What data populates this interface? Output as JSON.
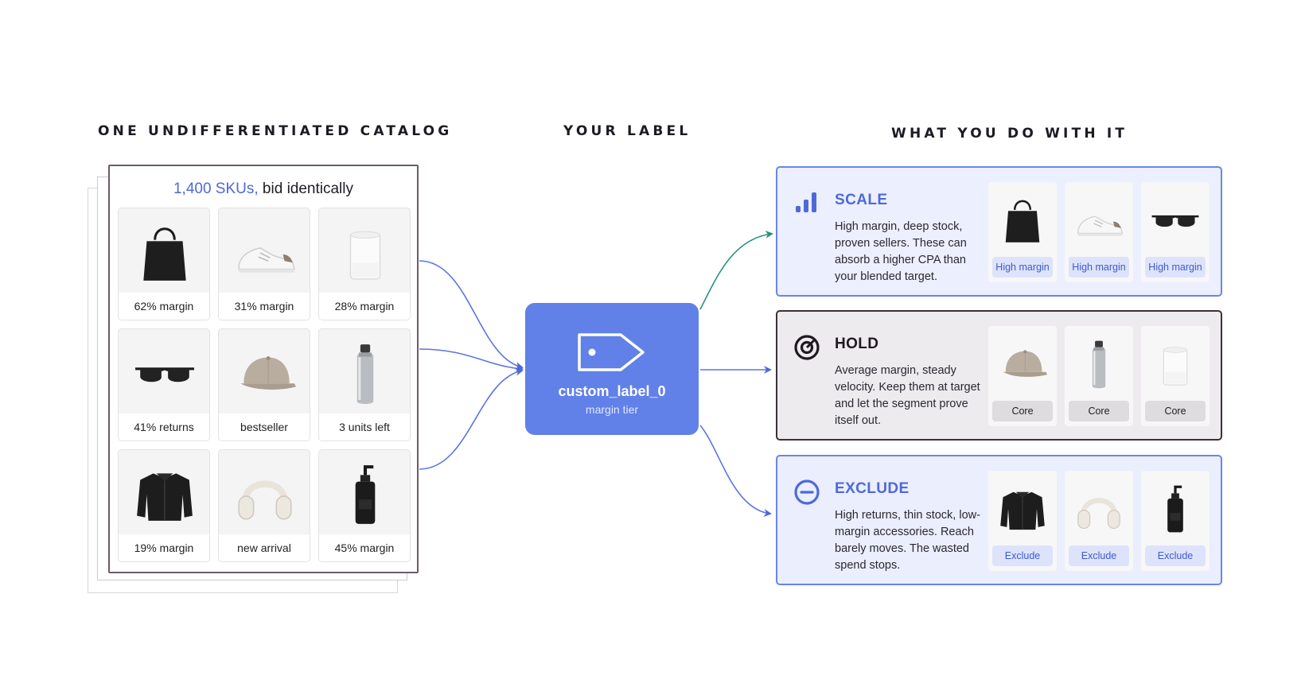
{
  "headings": {
    "catalog": "ONE UNDIFFERENTIATED CATALOG",
    "label": "YOUR LABEL",
    "action": "WHAT YOU DO WITH IT"
  },
  "catalog": {
    "title_accent": "1,400 SKUs,",
    "title_rest": " bid identically",
    "items": [
      {
        "product": "tote-bag",
        "caption": "62% margin"
      },
      {
        "product": "sneaker",
        "caption": "31% margin"
      },
      {
        "product": "candle",
        "caption": "28% margin"
      },
      {
        "product": "sunglasses",
        "caption": "41% returns"
      },
      {
        "product": "cap",
        "caption": "bestseller"
      },
      {
        "product": "bottle",
        "caption": "3 units left"
      },
      {
        "product": "jacket",
        "caption": "19% margin"
      },
      {
        "product": "headphones",
        "caption": "new arrival"
      },
      {
        "product": "pump-bottle",
        "caption": "45% margin"
      }
    ]
  },
  "label": {
    "name": "custom_label_0",
    "sub": "margin tier"
  },
  "actions": [
    {
      "key": "scale",
      "icon": "bar-chart-icon",
      "title": "SCALE",
      "desc": "High margin, deep stock, proven sellers. These can absorb a higher CPA than your blended target.",
      "products": [
        "tote-bag",
        "sneaker",
        "sunglasses"
      ],
      "pills": [
        "High margin",
        "High margin",
        "High margin"
      ]
    },
    {
      "key": "hold",
      "icon": "target-icon",
      "title": "HOLD",
      "desc": "Average margin, steady velocity. Keep them at target and let the segment prove itself out.",
      "products": [
        "cap",
        "bottle",
        "candle"
      ],
      "pills": [
        "Core",
        "Core",
        "Core"
      ]
    },
    {
      "key": "exclude",
      "icon": "minus-circle-icon",
      "title": "EXCLUDE",
      "desc": "High returns, thin stock, low-margin accessories. Reach barely moves. The wasted spend stops.",
      "products": [
        "jacket",
        "headphones",
        "pump-bottle"
      ],
      "pills": [
        "Exclude",
        "Exclude",
        "Exclude"
      ]
    }
  ],
  "colors": {
    "accent": "#6181e8",
    "teal_arrow": "#2a8f7c",
    "hold_border": "#3b3037"
  }
}
